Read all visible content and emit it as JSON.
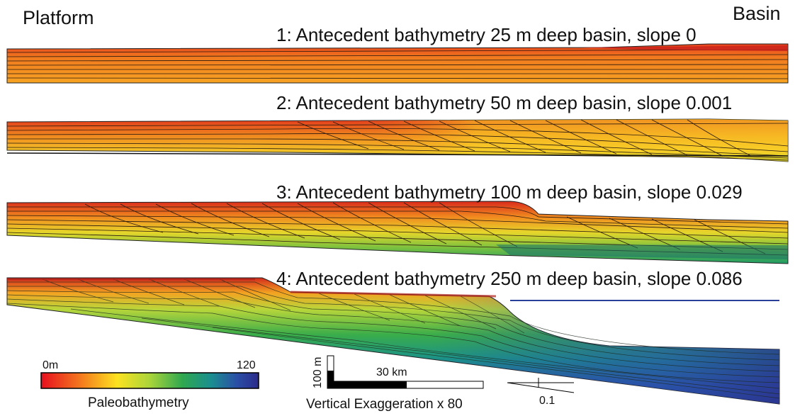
{
  "corner_labels": {
    "left": "Platform",
    "right": "Basin"
  },
  "panels": [
    {
      "id": 1,
      "title": "1: Antecedent bathymetry 25 m deep basin, slope 0"
    },
    {
      "id": 2,
      "title": "2: Antecedent bathymetry 50 m deep basin, slope 0.001"
    },
    {
      "id": 3,
      "title": "3: Antecedent bathymetry 100 m deep basin, slope 0.029"
    },
    {
      "id": 4,
      "title": "4: Antecedent bathymetry 250 m deep basin, slope 0.086"
    }
  ],
  "legend": {
    "min_label": "0m",
    "max_label": "120",
    "title": "Paleobathymetry",
    "colors": [
      "#e60f1e",
      "#f3781e",
      "#fce320",
      "#a9d53a",
      "#2fa84f",
      "#1a8f8f",
      "#2a4fa6",
      "#2b2a8a"
    ]
  },
  "scale": {
    "vertical_label": "100 m",
    "horizontal_label": "30 km",
    "exaggeration_label": "Vertical Exaggeration x 80",
    "slope_label": "0.1"
  }
}
